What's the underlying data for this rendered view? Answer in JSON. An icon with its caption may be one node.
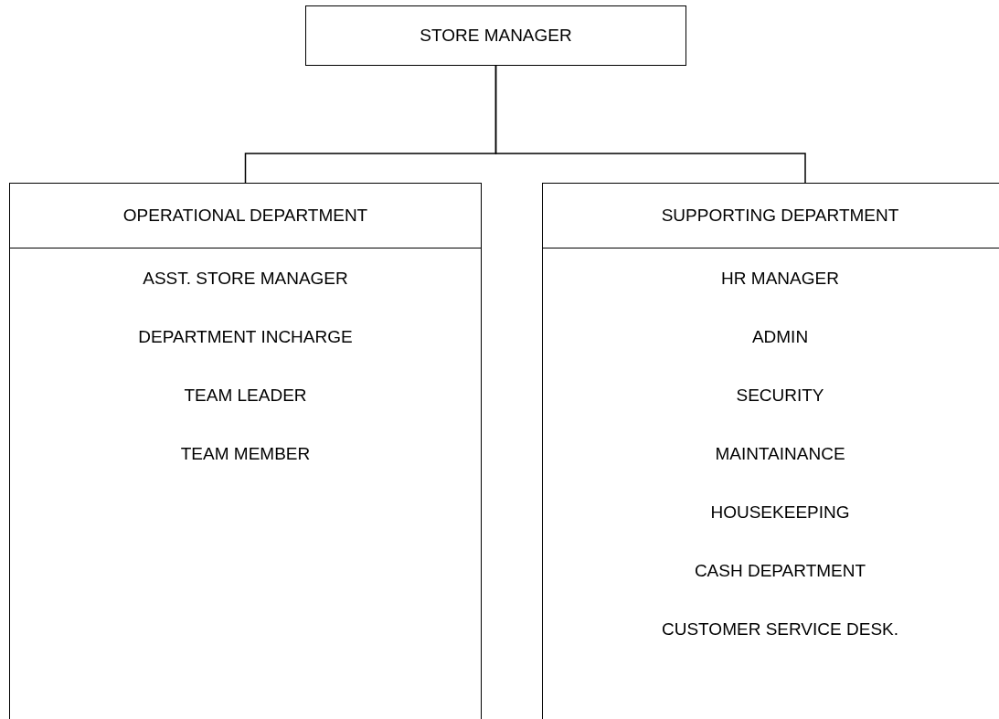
{
  "diagram": {
    "nodes": [
      {
        "text": [
          "STORE MANAGER"
        ]
      },
      {
        "text": [
          "OPERATIONAL DEPARTMENT",
          "ASST. STORE MANAGER",
          "DEPARTMENT INCHARGE",
          "TEAM LEADER",
          "TEAM MEMBER"
        ]
      },
      {
        "text": [
          "SUPPORTING DEPARTMENT",
          "HR MANAGER",
          "ADMIN",
          "SECURITY",
          "MAINTAINANCE",
          "HOUSEKEEPING",
          "CASH DEPARTMENT",
          "CUSTOMER SERVICE DESK."
        ]
      }
    ],
    "edges": [
      {
        "from": 0,
        "to": 1,
        "arrow": "none"
      },
      {
        "from": 0,
        "to": 2,
        "arrow": "none"
      }
    ]
  }
}
